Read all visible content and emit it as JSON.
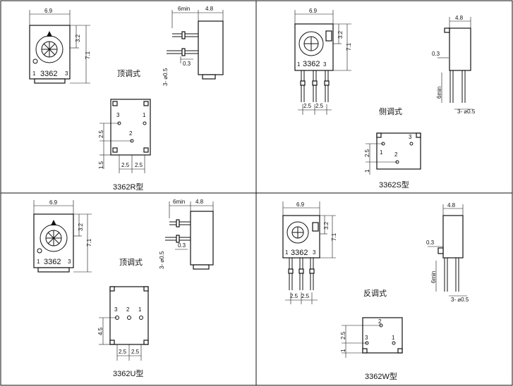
{
  "panels": [
    {
      "label": "顶调式",
      "title": "3362R型",
      "part": "3362",
      "dims": {
        "width": "6.9",
        "height": "7.1",
        "top": "3.2",
        "lead_len": "6min",
        "depth": "4.8",
        "offset": "0.3",
        "lead_dia": "3- ⌀0.5"
      },
      "pins": [
        "3",
        "2",
        "1"
      ],
      "pin_dims": {
        "y": "2.5",
        "y2": "1.5",
        "x1": "2.5",
        "x2": "2.5"
      }
    },
    {
      "label": "侧调式",
      "title": "3362S型",
      "part": "3362",
      "dims": {
        "width": "6.9",
        "height": "7.1",
        "top": "3.2",
        "lead_len": "6min",
        "depth": "4.8",
        "offset": "0.3",
        "lead_dia": "3- ⌀0.5"
      },
      "pins": [
        "3",
        "2",
        "1"
      ],
      "pin_dims": {
        "y": "2.5",
        "y2": "1",
        "x1": "2.5",
        "x2": "2.5"
      }
    },
    {
      "label": "顶调式",
      "title": "3362U型",
      "part": "3362",
      "dims": {
        "width": "6.9",
        "height": "7.1",
        "top": "3.2",
        "lead_len": "6min",
        "depth": "4.8",
        "offset": "0.3",
        "lead_dia": "3- ⌀0.5"
      },
      "pins": [
        "3",
        "2",
        "1"
      ],
      "pin_dims": {
        "y": "4.5",
        "x1": "2.5",
        "x2": "2.5"
      }
    },
    {
      "label": "反调式",
      "title": "3362W型",
      "part": "3362",
      "dims": {
        "width": "6.9",
        "height": "7.1",
        "top": "3.2",
        "lead_len": "6min",
        "depth": "4.8",
        "offset": "0.3",
        "lead_dia": "3- ⌀0.5"
      },
      "pins": [
        "2",
        "3",
        "1"
      ],
      "pin_dims": {
        "y": "2.5",
        "y2": "1",
        "x1": "2.5",
        "x2": "2.5"
      }
    }
  ],
  "colors": {
    "line": "#111111",
    "background": "#ffffff"
  }
}
